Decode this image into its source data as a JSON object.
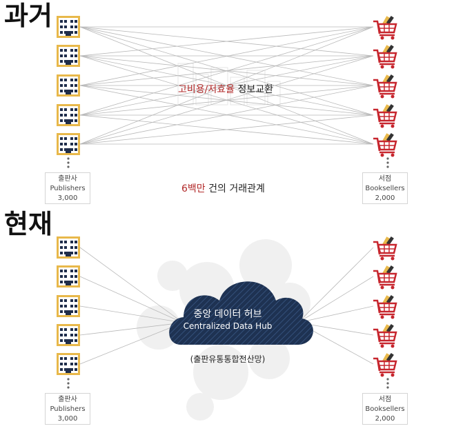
{
  "sections": {
    "past": {
      "heading": "과거",
      "exchange_highlight": "고비용/저효율",
      "exchange_rest": "정보교환",
      "relations_highlight": "6백만",
      "relations_rest": "건의 거래관계"
    },
    "present": {
      "heading": "현재",
      "hub_title": "중앙 데이터 허브",
      "hub_subtitle": "Centralized Data Hub",
      "hub_caption": "(출판유통통합전산망)"
    }
  },
  "publishers": {
    "label_ko": "출판사",
    "label_en": "Publishers",
    "count": "3,000"
  },
  "booksellers": {
    "label_ko": "서점",
    "label_en": "Booksellers",
    "count": "2,000"
  },
  "icons": {
    "publisher": "building-icon",
    "bookseller": "shopping-cart-icon",
    "continuation": "vertical-ellipsis-icon"
  },
  "colors": {
    "building_frame": "#e8b84a",
    "building_window": "#1f2d4a",
    "cart": "#c7262e",
    "cart_books": "#e8b84a",
    "hub_cloud": "#1e3252",
    "accent_text": "#b22a2a",
    "mesh_line": "#b8b8b8"
  }
}
